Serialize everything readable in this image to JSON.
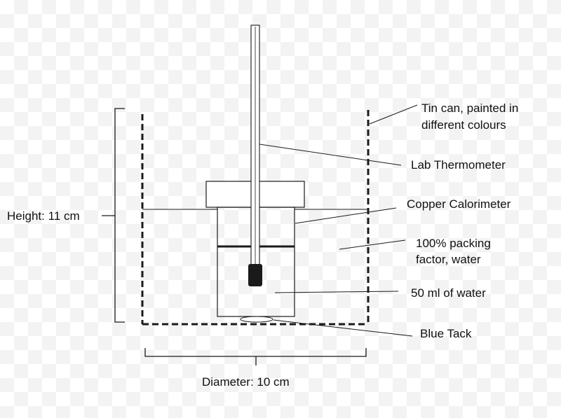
{
  "labels": {
    "tin_can_line1": "Tin can, painted in",
    "tin_can_line2": "different colours",
    "thermometer": "Lab Thermometer",
    "calorimeter": "Copper Calorimeter",
    "packing_line1": "100% packing",
    "packing_line2": "factor, water",
    "water": "50 ml of water",
    "blue_tack": "Blue Tack",
    "height": "Height: 11 cm",
    "diameter": "Diameter: 10 cm"
  },
  "colors": {
    "stroke": "#1a1a1a",
    "bulb": "#1a1a1a"
  }
}
